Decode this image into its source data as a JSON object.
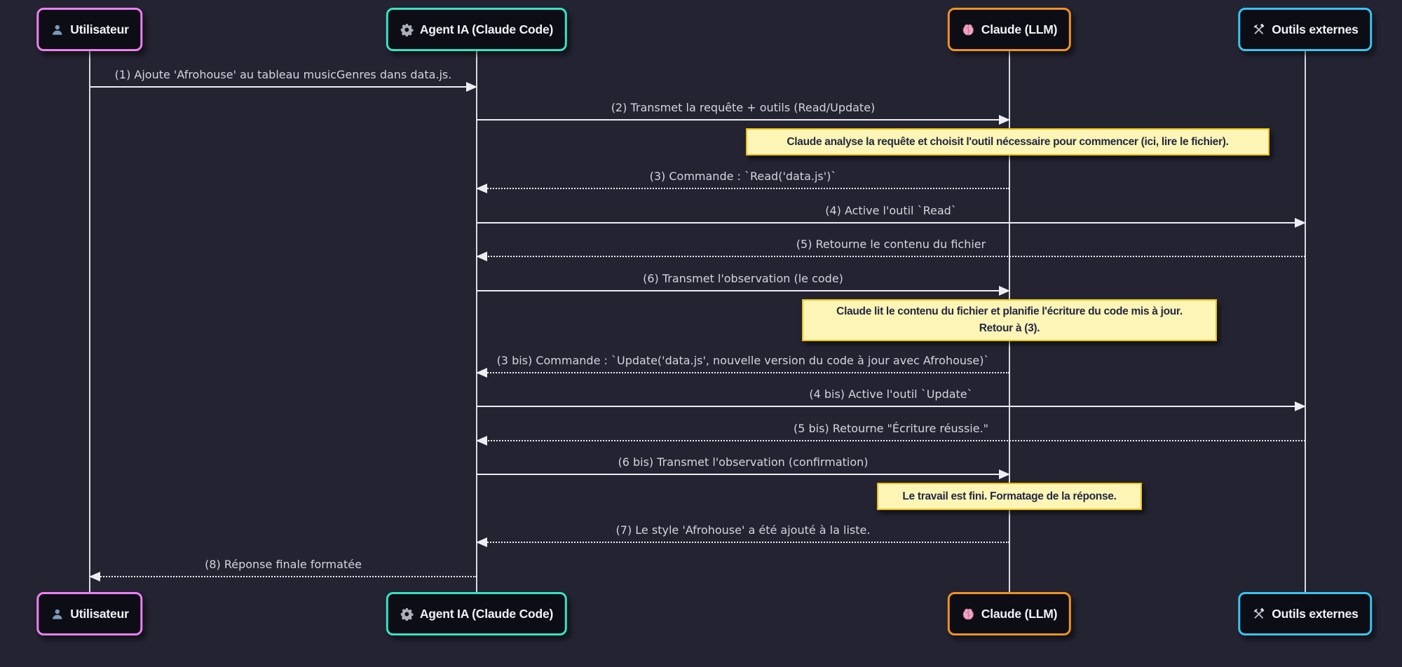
{
  "diagram_type": "sequence-diagram",
  "actors": [
    {
      "label": "Utilisateur",
      "icon": "person-icon",
      "border_color": "#ee7ff2"
    },
    {
      "label": "Agent IA (Claude Code)",
      "icon": "gear-icon",
      "border_color": "#35e3c4"
    },
    {
      "label": "Claude (LLM)",
      "icon": "brain-icon",
      "border_color": "#f0921f"
    },
    {
      "label": "Outils externes",
      "icon": "tools-icon",
      "border_color": "#3ac4f2"
    }
  ],
  "messages": [
    {
      "label": "(1) Ajoute 'Afrohouse' au tableau musicGenres dans data.js.",
      "from": "Utilisateur",
      "to": "Agent IA (Claude Code)",
      "line": "solid"
    },
    {
      "label": "(2) Transmet la requête + outils (Read/Update)",
      "from": "Agent IA (Claude Code)",
      "to": "Claude (LLM)",
      "line": "solid"
    },
    {
      "label": "(3) Commande : `Read('data.js')`",
      "from": "Claude (LLM)",
      "to": "Agent IA (Claude Code)",
      "line": "dotted"
    },
    {
      "label": "(4) Active l'outil `Read`",
      "from": "Agent IA (Claude Code)",
      "to": "Outils externes",
      "line": "solid"
    },
    {
      "label": "(5) Retourne le contenu du fichier",
      "from": "Outils externes",
      "to": "Agent IA (Claude Code)",
      "line": "dotted"
    },
    {
      "label": "(6) Transmet l'observation (le code)",
      "from": "Agent IA (Claude Code)",
      "to": "Claude (LLM)",
      "line": "solid"
    },
    {
      "label": "(3 bis) Commande : `Update('data.js', nouvelle version du code à jour avec Afrohouse)`",
      "from": "Claude (LLM)",
      "to": "Agent IA (Claude Code)",
      "line": "dotted"
    },
    {
      "label": "(4 bis) Active l'outil `Update`",
      "from": "Agent IA (Claude Code)",
      "to": "Outils externes",
      "line": "solid"
    },
    {
      "label": "(5 bis) Retourne \"Écriture réussie.\"",
      "from": "Outils externes",
      "to": "Agent IA (Claude Code)",
      "line": "dotted"
    },
    {
      "label": "(6 bis) Transmet l'observation (confirmation)",
      "from": "Agent IA (Claude Code)",
      "to": "Claude (LLM)",
      "line": "solid"
    },
    {
      "label": "(7) Le style 'Afrohouse' a été ajouté à la liste.",
      "from": "Claude (LLM)",
      "to": "Agent IA (Claude Code)",
      "line": "dotted"
    },
    {
      "label": "(8) Réponse finale formatée",
      "from": "Agent IA (Claude Code)",
      "to": "Utilisateur",
      "line": "dotted"
    }
  ],
  "notes": [
    {
      "over": "Claude (LLM)",
      "lines": [
        "Claude analyse la requête et choisit l'outil nécessaire pour commencer (ici, lire le fichier)."
      ]
    },
    {
      "over": "Claude (LLM)",
      "lines": [
        "Claude lit le contenu du fichier et planifie l'écriture du code mis à jour.",
        "Retour à (3)."
      ]
    },
    {
      "over": "Claude (LLM)",
      "lines": [
        "Le travail est fini. Formatage de la réponse."
      ]
    }
  ],
  "colors": {
    "background": "#232332",
    "actor_fill": "#0d0d16",
    "actor_border_utilisateur": "#ee7ff2",
    "actor_border_agent": "#35e3c4",
    "actor_border_claude": "#f0921f",
    "actor_border_outils": "#3ac4f2",
    "note_fill": "#fcf5b6",
    "note_border": "#e9bf16",
    "note_text": "#242943",
    "line": "#ededf2",
    "message_text": "#d4d5dc"
  }
}
